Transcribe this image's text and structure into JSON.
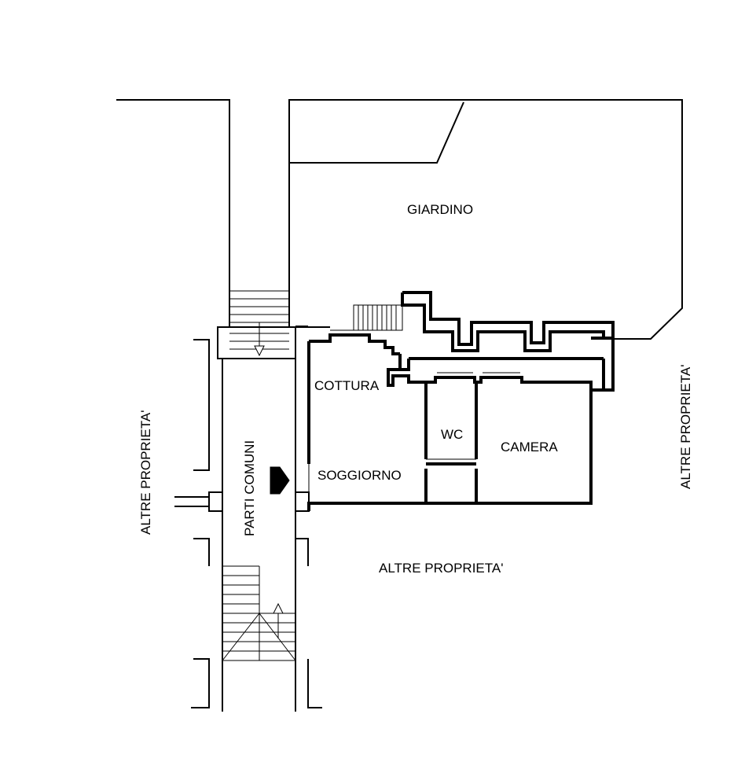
{
  "labels": {
    "giardino": "GIARDINO",
    "cottura": "COTTURA",
    "wc": "WC",
    "camera": "CAMERA",
    "soggiorno": "SOGGIORNO",
    "parti_comuni": "PARTI COMUNI",
    "altre_proprieta_left": "ALTRE PROPRIETA'",
    "altre_proprieta_right": "ALTRE PROPRIETA'",
    "altre_proprieta_bottom": "ALTRE PROPRIETA'"
  }
}
